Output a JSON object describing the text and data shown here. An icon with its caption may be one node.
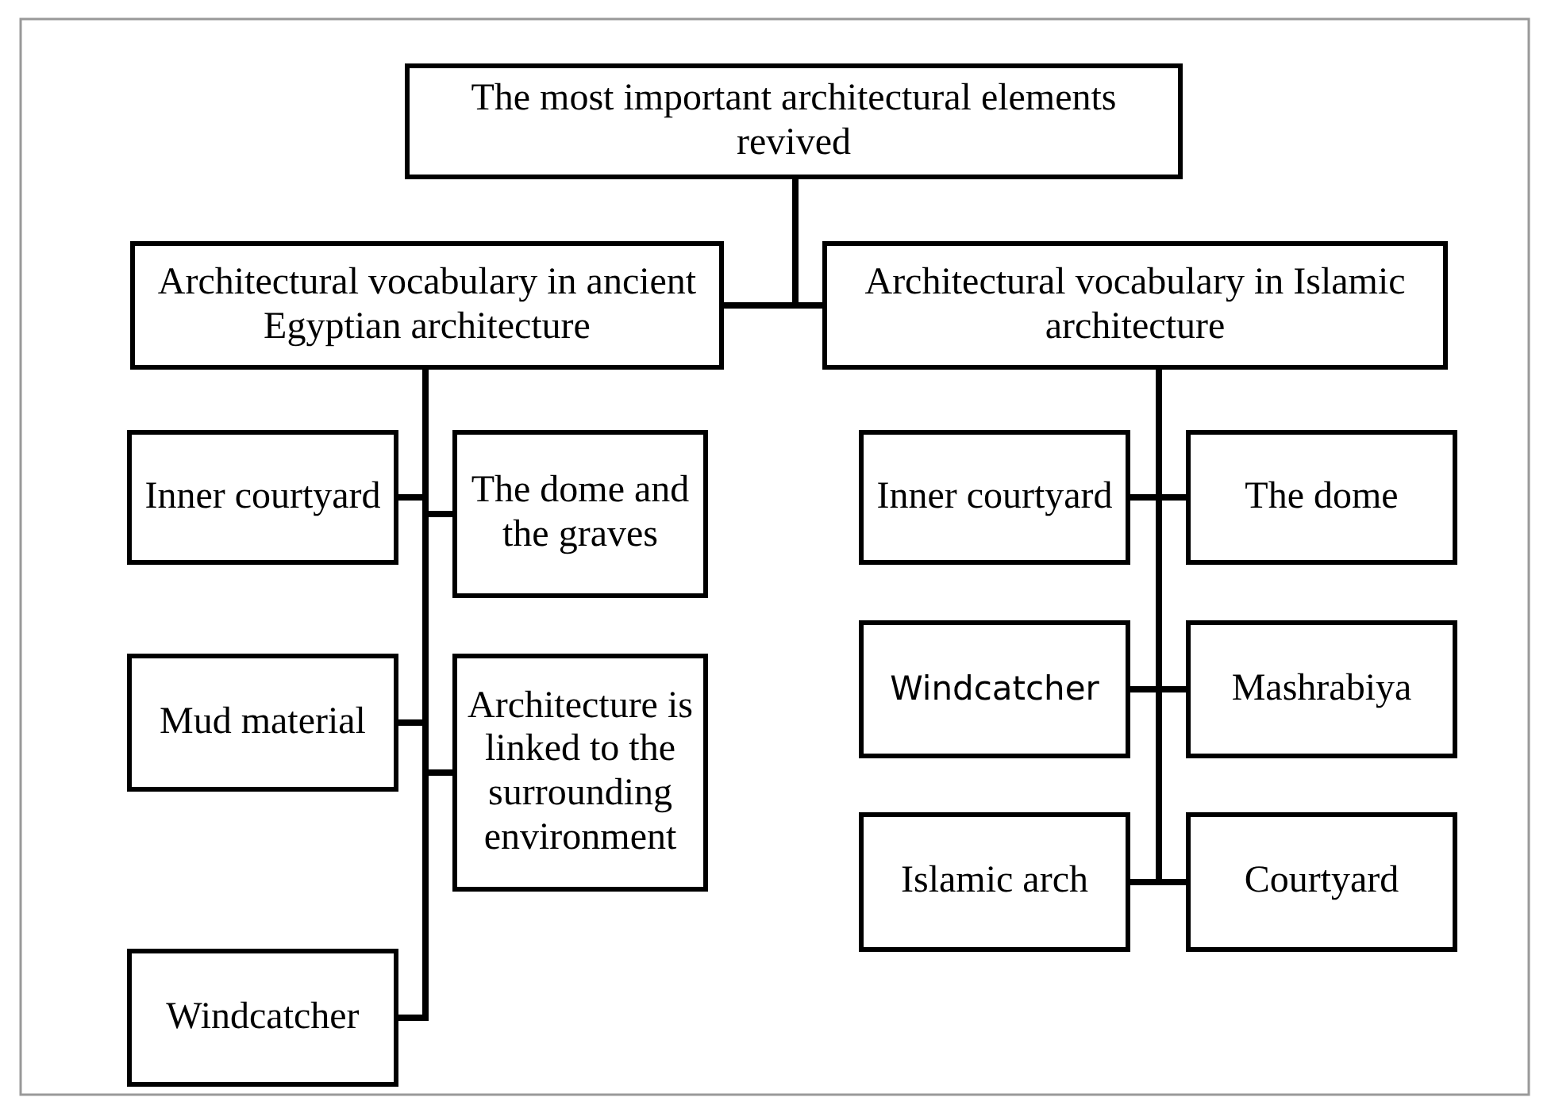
{
  "diagram": {
    "nodes": [
      {
        "text": [
          "The most important architectural elements  revived"
        ]
      },
      {
        "text": [
          "Architectural vocabulary in ancient Egyptian architecture"
        ]
      },
      {
        "text": [
          "Architectural vocabulary in Islamic architecture"
        ]
      },
      {
        "text": [
          "Inner courtyard"
        ]
      },
      {
        "text": [
          "The dome and the graves"
        ]
      },
      {
        "text": [
          "Mud material"
        ]
      },
      {
        "text": [
          "Architecture is linked to the surrounding environment"
        ]
      },
      {
        "text": [
          "Windcatcher"
        ]
      },
      {
        "text": [
          "Inner courtyard"
        ]
      },
      {
        "text": [
          "The dome"
        ]
      },
      {
        "text": [
          "Windcatcher"
        ]
      },
      {
        "text": [
          "Mashrabiya"
        ]
      },
      {
        "text": [
          "Islamic arch"
        ]
      },
      {
        "text": [
          "Courtyard"
        ]
      }
    ],
    "edges": [
      {
        "from": 0,
        "to": 1,
        "arrow": "none"
      },
      {
        "from": 0,
        "to": 2,
        "arrow": "none"
      },
      {
        "from": 1,
        "to": 3,
        "arrow": "none"
      },
      {
        "from": 1,
        "to": 4,
        "arrow": "none"
      },
      {
        "from": 1,
        "to": 5,
        "arrow": "none"
      },
      {
        "from": 1,
        "to": 6,
        "arrow": "none"
      },
      {
        "from": 1,
        "to": 7,
        "arrow": "none"
      },
      {
        "from": 2,
        "to": 8,
        "arrow": "none"
      },
      {
        "from": 2,
        "to": 9,
        "arrow": "none"
      },
      {
        "from": 2,
        "to": 10,
        "arrow": "none"
      },
      {
        "from": 2,
        "to": 11,
        "arrow": "none"
      },
      {
        "from": 2,
        "to": 12,
        "arrow": "none"
      },
      {
        "from": 2,
        "to": 13,
        "arrow": "none"
      }
    ]
  }
}
